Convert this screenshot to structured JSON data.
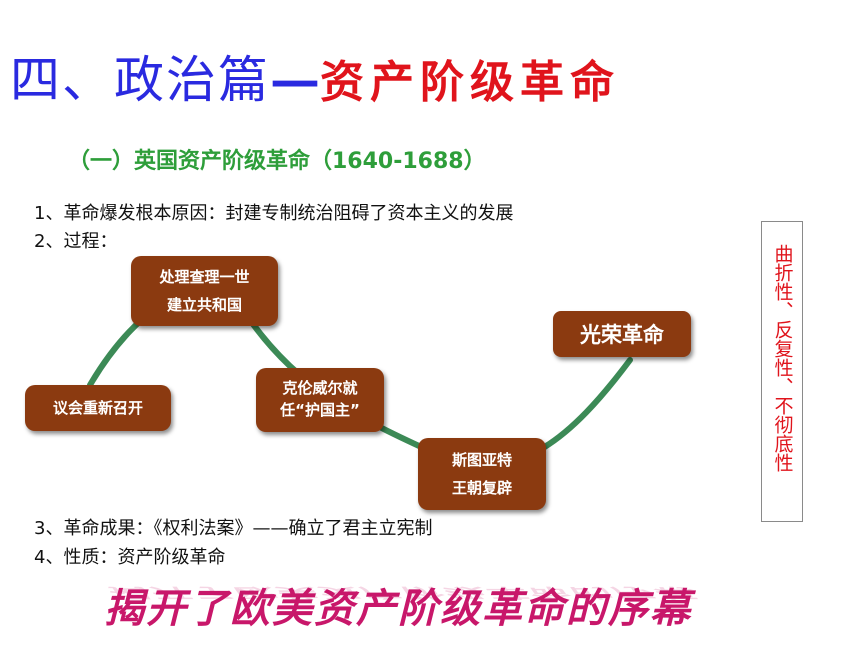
{
  "title": {
    "main": "四、政治篇",
    "dash": "—",
    "sub": "资产阶级革命"
  },
  "subtitle": "（一）英国资产阶级革命（1640-1688）",
  "points": {
    "p1": "1、革命爆发根本原因：封建专制统治阻碍了资本主义的发展",
    "p2": "2、过程：",
    "p3": "3、革命成果：《权利法案》——确立了君主立宪制",
    "p4": "4、性质：资产阶级革命"
  },
  "process": {
    "parliament": "议会重新召开",
    "charles_1": "处理查理一世",
    "charles_2": "建立共和国",
    "cromwell_1": "克伦威尔就",
    "cromwell_2": "任“护国主”",
    "stuart_1": "斯图亚特",
    "stuart_2": "王朝复辟",
    "glorious": "光荣革命"
  },
  "side_note": "曲折性、反复性、不彻底性",
  "banner": "揭开了欧美资产阶级革命的序幕",
  "colors": {
    "title_blue": "#2a2ae0",
    "title_red": "#e0141c",
    "subtitle_green": "#2e9e3a",
    "node_brown": "#8b3a10",
    "curve_green": "#3c8a56",
    "banner_magenta": "#c8176a"
  }
}
